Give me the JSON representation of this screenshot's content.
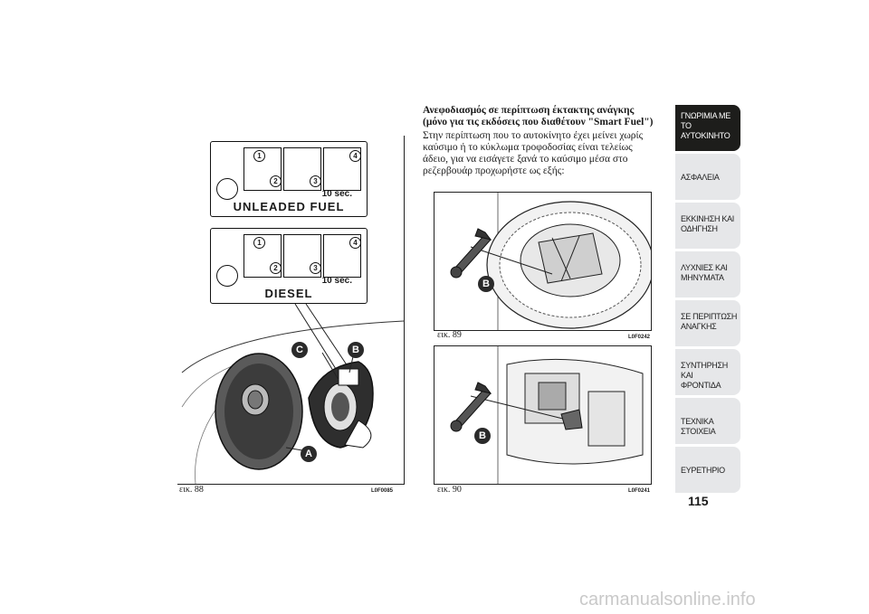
{
  "section": {
    "title_line1": "Ανεφοδιασμός σε περίπτωση έκτακτης ανάγκης",
    "title_line2": "(μόνο για τις εκδόσεις που διαθέτουν \"Smart Fuel\")",
    "body_lines": [
      "Στην περίπτωση που το αυτοκίνητο έχει μείνει χωρίς",
      "καύσιμο ή το κύκλωμα τροφοδοσίας είναι τελείως",
      "άδειο, για να εισάγετε ξανά το καύσιμο μέσα στο",
      "ρεζερβουάρ προχωρήστε ως εξής:"
    ]
  },
  "figures": {
    "fig88": {
      "caption": "εικ. 88",
      "code": "L0F0085",
      "label1_fuel": "UNLEADED FUEL",
      "label2_fuel": "DIESEL",
      "timer_text": "10 sec.",
      "steps": [
        "1",
        "2",
        "3",
        "4"
      ],
      "callouts": [
        "C",
        "B",
        "A"
      ]
    },
    "fig89": {
      "caption": "εικ. 89",
      "code": "L0F0242",
      "callout": "B"
    },
    "fig90": {
      "caption": "εικ. 90",
      "code": "L0F0241",
      "callout": "B"
    }
  },
  "sidebar": {
    "tabs": [
      {
        "line1": "ΓΝΩΡΙΜΙΑ ΜΕ ΤΟ",
        "line2": "ΑΥΤΟΚΙΝΗΤΟ",
        "active": true
      },
      {
        "line1": "ΑΣΦΑΛΕΙΑ",
        "line2": ""
      },
      {
        "line1": "ΕΚΚΙΝΗΣΗ ΚΑΙ",
        "line2": "ΟΔΗΓΗΣΗ"
      },
      {
        "line1": "ΛΥΧΝΙΕΣ ΚΑΙ",
        "line2": "ΜΗΝΥΜΑΤΑ"
      },
      {
        "line1": "ΣΕ ΠΕΡΙΠΤΩΣΗ",
        "line2": "ΑΝΑΓΚΗΣ"
      },
      {
        "line1": "ΣΥΝΤΗΡΗΣΗ ΚΑΙ",
        "line2": "ΦΡΟΝΤΙΔΑ"
      },
      {
        "line1": "ΤΕΧΝΙΚΑ ΣΤΟΙΧΕΙΑ",
        "line2": ""
      },
      {
        "line1": "ΕΥΡΕΤΗΡΙΟ",
        "line2": ""
      }
    ]
  },
  "page_number": "115",
  "watermark": "carmanualsonline.info"
}
